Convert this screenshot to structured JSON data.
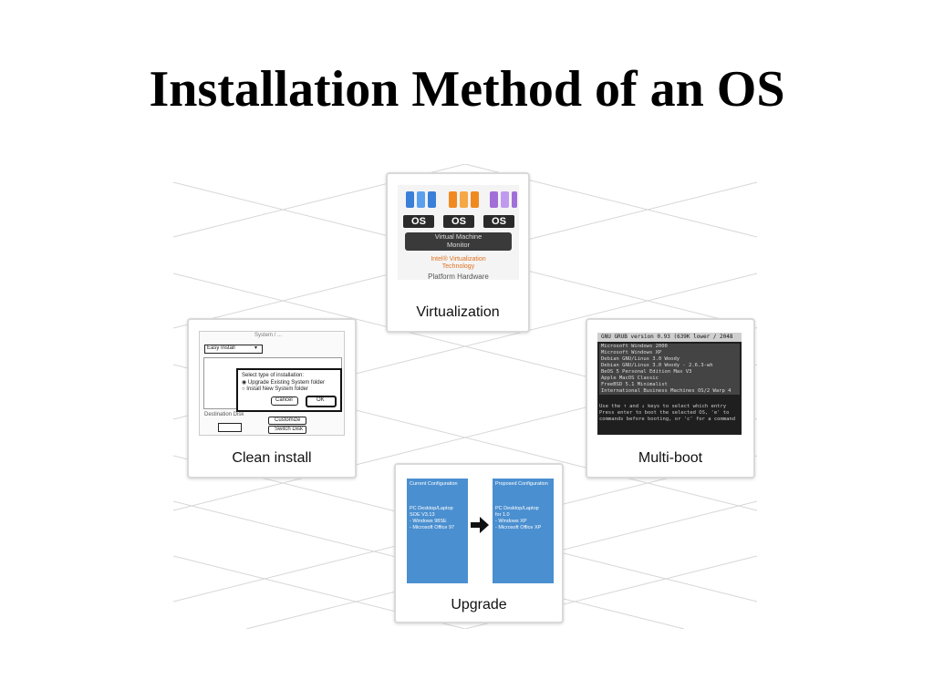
{
  "title": "Installation Method of an OS",
  "cards": {
    "virtualization": {
      "label": "Virtualization",
      "os_boxes": [
        "OS",
        "OS",
        "OS"
      ],
      "vmm_line1": "Virtual Machine",
      "vmm_line2": "Monitor",
      "intel_line1": "Intel® Virtualization",
      "intel_line2": "Technology",
      "platform": "Platform Hardware"
    },
    "clean_install": {
      "label": "Clean install",
      "dropdown": "Easy Install",
      "window_title": "System / ...",
      "dialog_title": "Select type of installation:",
      "option1": "Upgrade Existing System folder",
      "option2": "Install New System folder",
      "cancel": "Cancel",
      "ok": "OK",
      "customize": "Customize",
      "destination": "Destination Disk",
      "disk_button": "Switch Disk"
    },
    "multi_boot": {
      "label": "Multi-boot",
      "header": "GNU GRUB  version 0.93  (639K lower / 2048",
      "entries": [
        "Microsoft Windows 2000",
        "Microsoft Windows XP",
        "Debian GNU/Linux 3.0 Woody",
        "Debian GNU/Linux 3.0 Woody - 2.6.3-wh",
        "BeOS 5 Personal Edition Max V3",
        "Apple MacOS Classic",
        "FreeBSD 5.1 Minimalist",
        "International Business Machines OS/2 Warp 4"
      ],
      "footer": [
        "Use the ↑ and ↓ keys to select which entry",
        "Press enter to boot the selected OS, 'e' to",
        "commands before booting, or 'c' for a command"
      ]
    },
    "upgrade": {
      "label": "Upgrade",
      "current_title": "Current Configuration",
      "current_lines": [
        "PC Desktop/Laptop",
        "SOE V3.13",
        "- Windows 98SE",
        "- Microsoft Office 97"
      ],
      "proposed_title": "Proposed Configuration",
      "proposed_lines": [
        "PC Desktop/Laptop",
        "for 1.0",
        "- Windows XP",
        "- Microsoft Office XP"
      ]
    }
  }
}
